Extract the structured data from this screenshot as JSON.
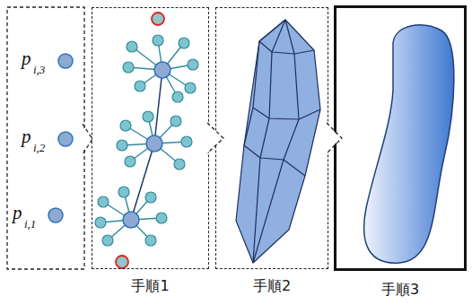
{
  "diagram": {
    "nodes": [
      {
        "text": [
          "手順1"
        ]
      },
      {
        "text": [
          "手順2"
        ]
      },
      {
        "text": [
          "手順3"
        ]
      }
    ],
    "edges": [
      {
        "from": 0,
        "to": 1,
        "arrow": "to"
      },
      {
        "from": 1,
        "to": 2,
        "arrow": "to"
      }
    ],
    "labels": [
      "p",
      "i,3",
      "p",
      "i,2",
      "p",
      "i,1"
    ]
  }
}
